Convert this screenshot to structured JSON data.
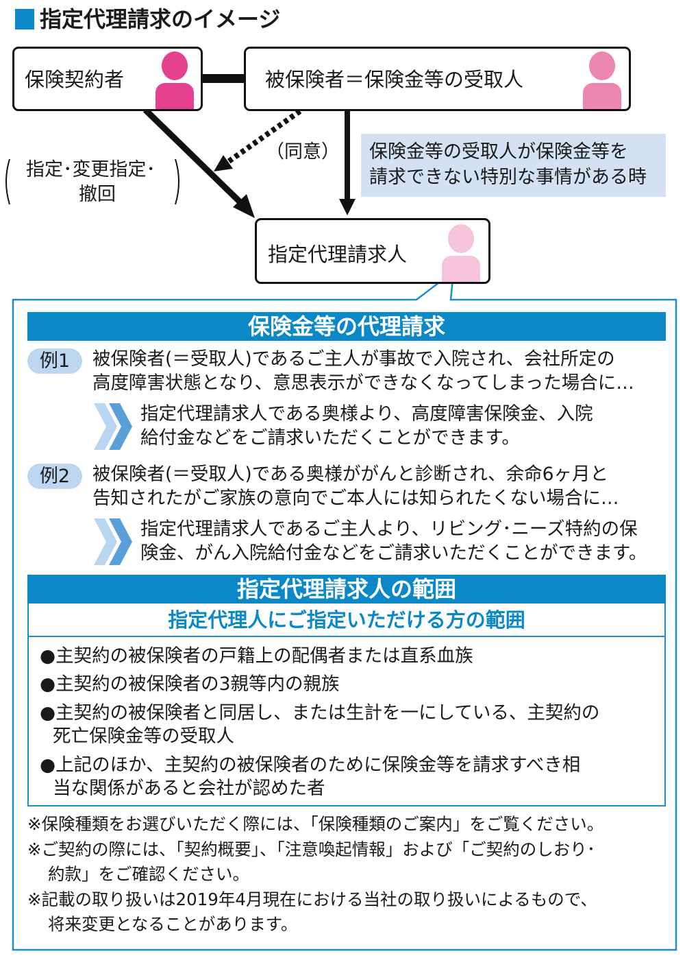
{
  "title": "指定代理請求のイメージ",
  "diagram": {
    "policyholder": "保険契約者",
    "insured": "被保険者＝保険金等の受取人",
    "proxy": "指定代理請求人",
    "consent": "（同意）",
    "designation_line1": "指定･変更指定･",
    "designation_line2": "撤回",
    "note_line1": "保険金等の受取人が保険金等を",
    "note_line2": "請求できない特別な事情がある時",
    "colors": {
      "policyholder": "#e6418e",
      "insured": "#ec87b0",
      "proxy": "#f5c3da",
      "accent": "#0a88c8",
      "note_bg": "#d4e1f3"
    }
  },
  "proxy_claim": {
    "heading": "保険金等の代理請求",
    "examples": [
      {
        "badge": "例1",
        "case": [
          "被保険者(＝受取人)であるご主人が事故で入院され、会社所定の",
          "高度障害状態となり、意思表示ができなくなってしまった場合に…"
        ],
        "result": [
          "指定代理請求人である奥様より、高度障害保険金、入院",
          "給付金などをご請求いただくことができます。"
        ]
      },
      {
        "badge": "例2",
        "case": [
          "被保険者(＝受取人)である奥様ががんと診断され、余命6ヶ月と",
          "告知されたがご家族の意向でご本人には知られたくない場合に…"
        ],
        "result": [
          "指定代理請求人であるご主人より、リビング･ニーズ特約の保",
          "険金、がん入院給付金などをご請求いただくことができます。"
        ]
      }
    ]
  },
  "scope": {
    "heading": "指定代理請求人の範囲",
    "subheading": "指定代理人にご指定いただける方の範囲",
    "items": [
      [
        "●主契約の被保険者の戸籍上の配偶者または直系血族"
      ],
      [
        "●主契約の被保険者の3親等内の親族"
      ],
      [
        "●主契約の被保険者と同居し、または生計を一にしている、主契約の",
        "死亡保険金等の受取人"
      ],
      [
        "●上記のほか、主契約の被保険者のために保険金等を請求すべき相",
        "当な関係があると会社が認めた者"
      ]
    ]
  },
  "notes": [
    [
      "※保険種類をお選びいただく際には、「保険種類のご案内」をご覧ください。"
    ],
    [
      "※ご契約の際には、「契約概要」、「注意喚起情報」および「ご契約のしおり･",
      "約款」をご確認ください。"
    ],
    [
      "※記載の取り扱いは2019年4月現在における当社の取り扱いによるもので、",
      "将来変更となることがあります。"
    ]
  ]
}
